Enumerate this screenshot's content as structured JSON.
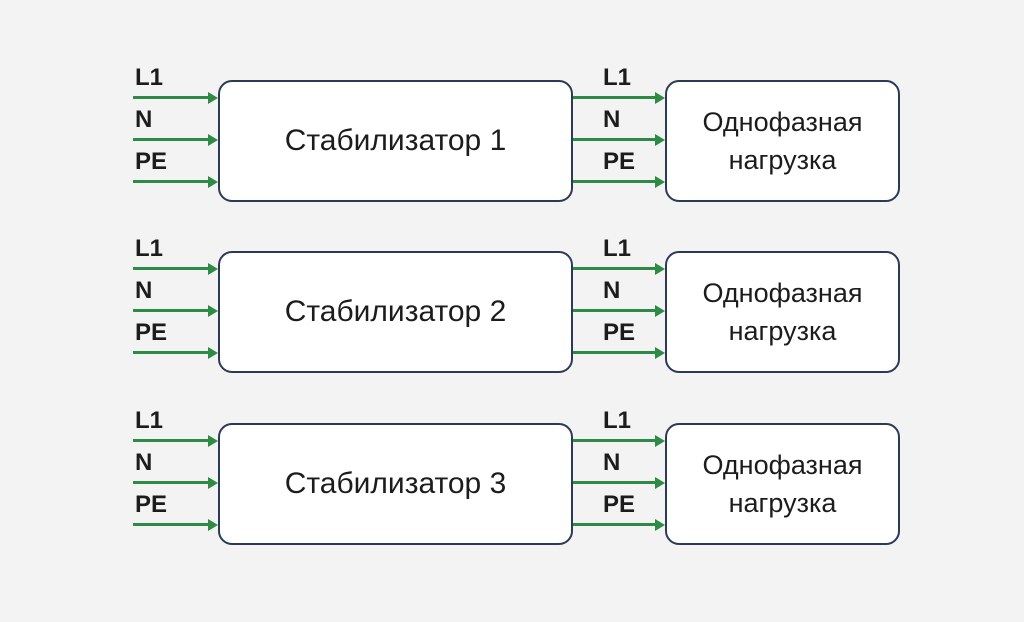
{
  "colors": {
    "background": "#f3f3f4",
    "arrow_green": "#2e8b45",
    "box_border_navy": "#2b3a55",
    "box_fill": "#ffffff",
    "text": "#1c1c1c"
  },
  "rows": [
    {
      "input_labels": [
        "L1",
        "N",
        "PE"
      ],
      "stabilizer_label": "Стабилизатор 1",
      "output_labels": [
        "L1",
        "N",
        "PE"
      ],
      "load_label_line1": "Однофазная",
      "load_label_line2": "нагрузка"
    },
    {
      "input_labels": [
        "L1",
        "N",
        "PE"
      ],
      "stabilizer_label": "Стабилизатор 2",
      "output_labels": [
        "L1",
        "N",
        "PE"
      ],
      "load_label_line1": "Однофазная",
      "load_label_line2": "нагрузка"
    },
    {
      "input_labels": [
        "L1",
        "N",
        "PE"
      ],
      "stabilizer_label": "Стабилизатор 3",
      "output_labels": [
        "L1",
        "N",
        "PE"
      ],
      "load_label_line1": "Однофазная",
      "load_label_line2": "нагрузка"
    }
  ]
}
